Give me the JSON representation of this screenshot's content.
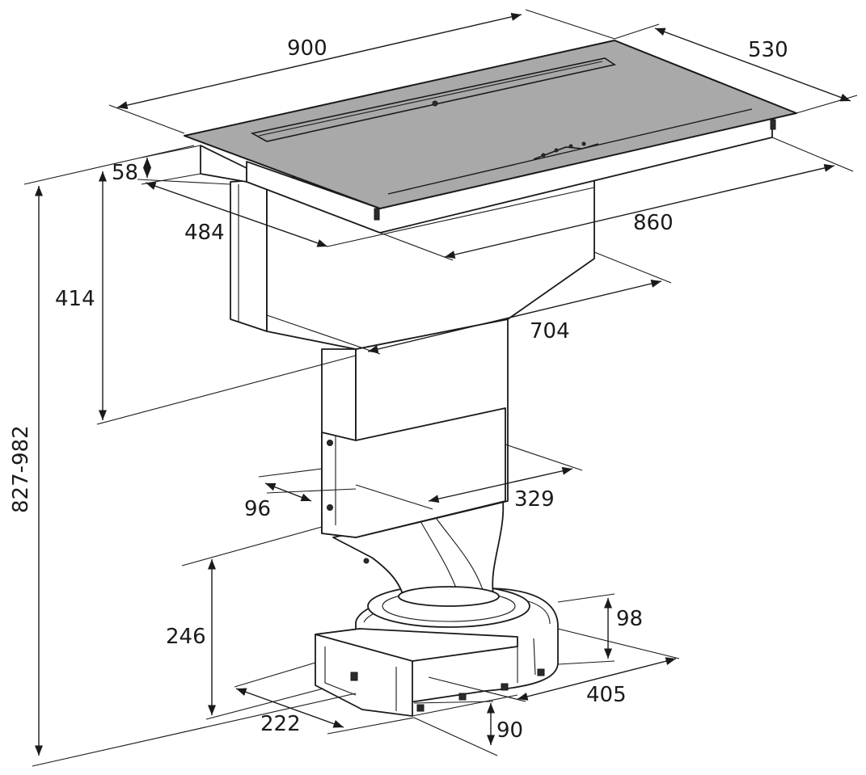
{
  "diagram": {
    "dimensions": {
      "cooktop_width": "900",
      "cooktop_depth": "530",
      "cooktop_thickness": "58",
      "cutout_depth": "484",
      "cutout_width": "860",
      "unit_height": "414",
      "duct_width": "704",
      "total_height": "827-982",
      "transition_offset": "96",
      "transition_width": "329",
      "fan_height": "246",
      "fan_housing_height": "98",
      "fan_width": "405",
      "outlet_width": "222",
      "outlet_height": "90"
    }
  }
}
